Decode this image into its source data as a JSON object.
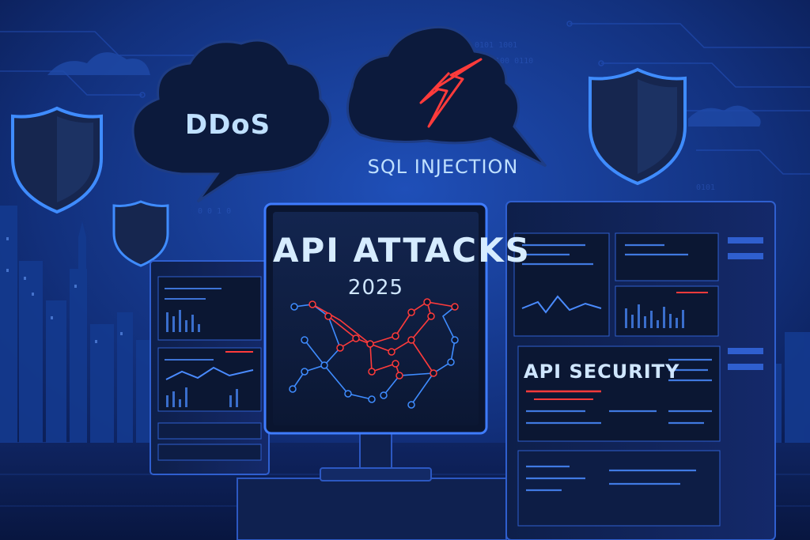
{
  "clouds": {
    "ddos_label": "DDoS",
    "sql_label": "SQL INJECTION"
  },
  "monitor": {
    "title": "API ATTACKS",
    "year": "2025"
  },
  "server_panel": {
    "label": "API SECURITY"
  },
  "icons": [
    "shield-icon",
    "lightning-icon",
    "thundercloud-icon",
    "network-graph-icon"
  ],
  "colors": {
    "background": "#0a1b4e",
    "accent_blue": "#3f8cff",
    "alert_red": "#ff3b3b",
    "text_light": "#cfe6ff"
  }
}
